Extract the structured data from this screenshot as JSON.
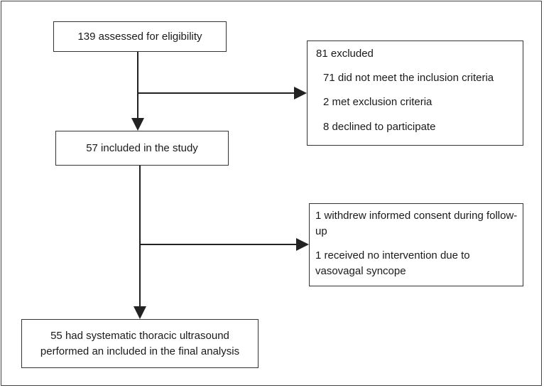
{
  "flow": {
    "assessed": "139 assessed for eligibility",
    "excluded": {
      "heading": "81 excluded",
      "reasons": [
        "71 did not meet the inclusion criteria",
        "2 met exclusion criteria",
        "8 declined to participate"
      ]
    },
    "included": "57 included in the study",
    "withdrawn": {
      "reasons": [
        "1 withdrew informed consent during follow-up",
        "1 received no intervention due to vasovagal syncope"
      ]
    },
    "analyzed": "55 had systematic thoracic ultrasound performed an included in the final analysis"
  }
}
